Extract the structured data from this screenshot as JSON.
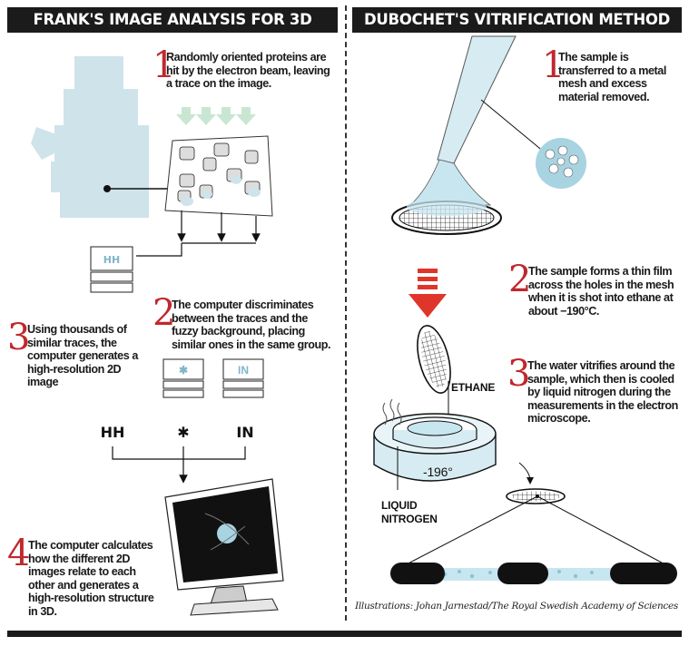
{
  "left": {
    "title": "FRANK'S IMAGE ANALYSIS FOR 3D STRUCTURES",
    "steps": [
      {
        "num": "1",
        "text": "Randomly oriented proteins are hit by the electron beam, leaving a trace on the image."
      },
      {
        "num": "2",
        "text": "The computer discriminates between the traces and the fuzzy background, placing similar ones in the same group."
      },
      {
        "num": "3",
        "text": "Using thousands of similar traces, the computer generates a high-resolution 2D image"
      },
      {
        "num": "4",
        "text": "The computer calculates how the different 2D images relate to each other and generates a high-resolution structure in 3D."
      }
    ]
  },
  "right": {
    "title": "DUBOCHET'S VITRIFICATION METHOD",
    "steps": [
      {
        "num": "1",
        "text": "The sample is transferred to a metal mesh and excess material removed."
      },
      {
        "num": "2",
        "text": "The sample forms a thin film across the holes in the mesh when it is shot into ethane at about −190°C."
      },
      {
        "num": "3",
        "text": "The water vitrifies around the sample, which then is cooled by liquid nitrogen during the measurements in the electron microscope."
      }
    ],
    "labels": {
      "ethane": "ETHANE",
      "temp": "-196°",
      "liquid": "LIQUID",
      "nitrogen": "NITROGEN"
    }
  },
  "credit": "Illustrations: Johan Jarnestad/The Royal Swedish Academy of Sciences",
  "colors": {
    "accent": "#c0282d",
    "header": "#1b1b1b",
    "microscope": "#cfe3ea",
    "arrow_red": "#e0352a",
    "water": "#c8e6f0"
  }
}
